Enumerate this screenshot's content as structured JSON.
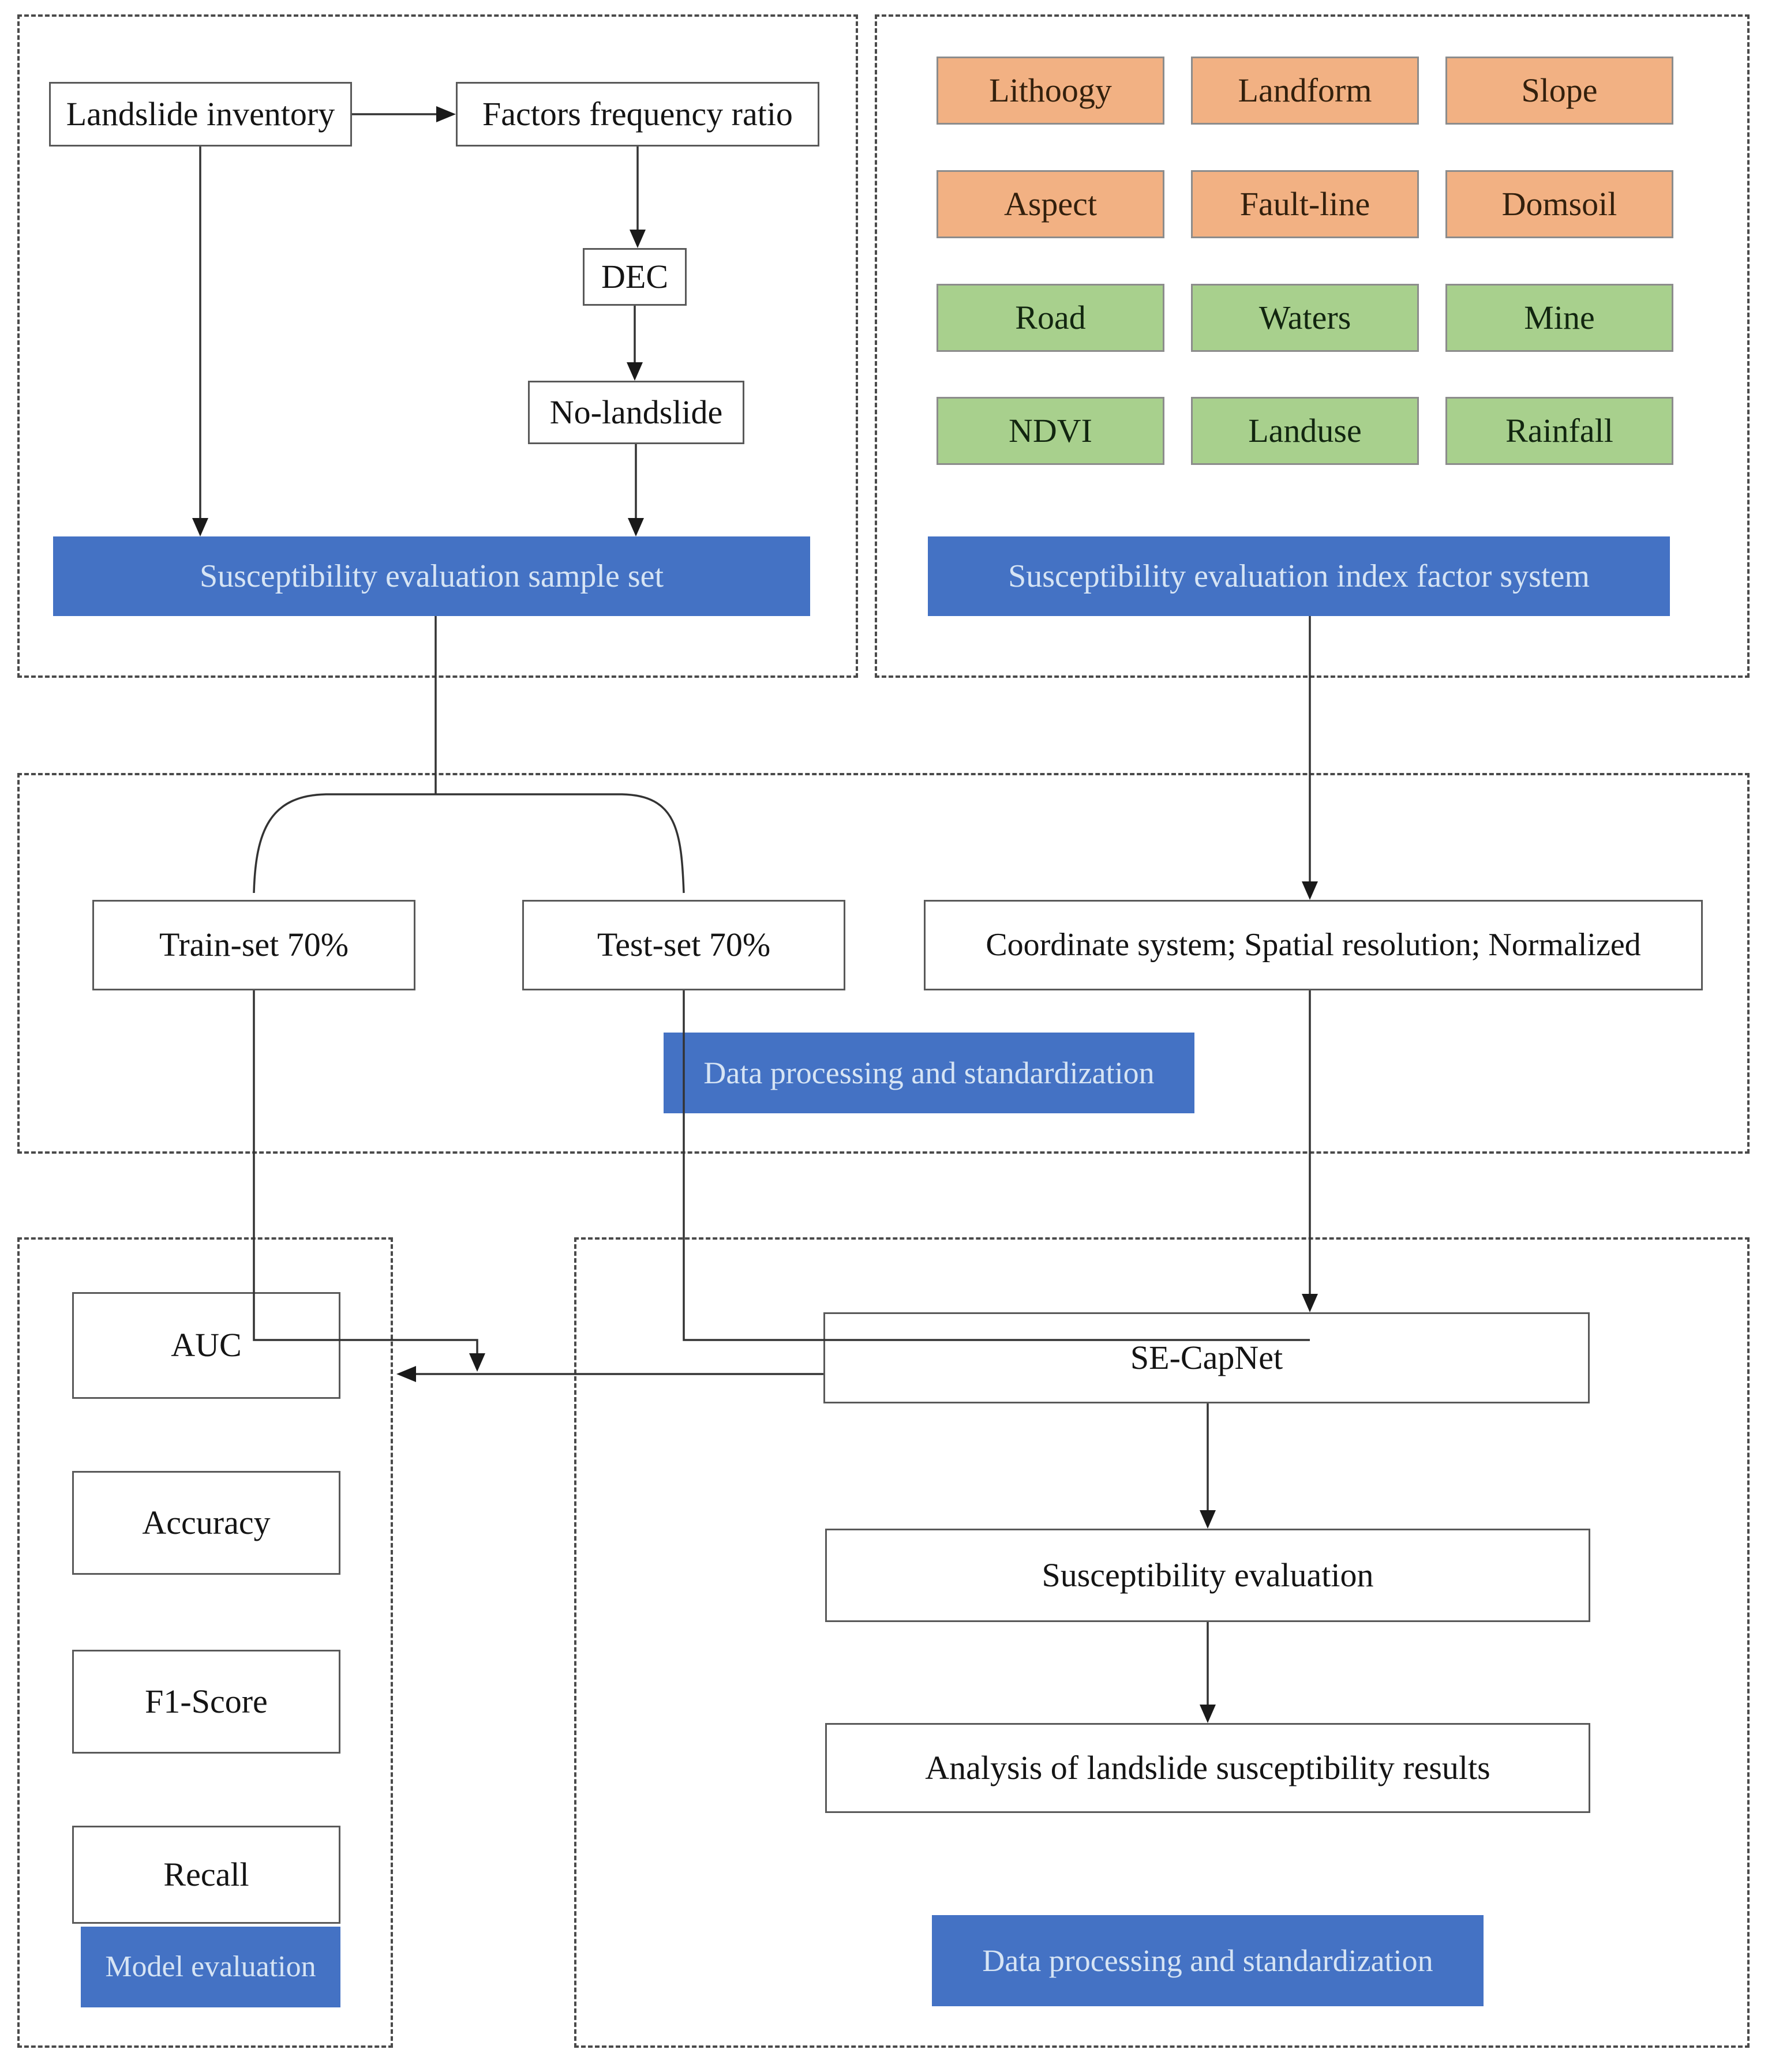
{
  "colors": {
    "accent_blue": "#4472C4",
    "bar_text": "#D6E4F4",
    "factor_orange": "#F2B183",
    "factor_green": "#A8D08D"
  },
  "sample_flow": {
    "landslide_inventory": "Landslide inventory",
    "factors_frequency_ratio": "Factors frequency ratio",
    "dec": "DEC",
    "no_landslide": "No-landslide",
    "bar": "Susceptibility evaluation sample set"
  },
  "factor_system": {
    "orange_factors": [
      "Lithoogy",
      "Landform",
      "Slope",
      "Aspect",
      "Fault-line",
      "Domsoil"
    ],
    "green_factors": [
      "Road",
      "Waters",
      "Mine",
      "NDVI",
      "Landuse",
      "Rainfall"
    ],
    "bar": "Susceptibility evaluation index factor system"
  },
  "processing": {
    "train_set": "Train-set 70%",
    "test_set": "Test-set 70%",
    "coordinate": "Coordinate system; Spatial resolution; Normalized",
    "bar": "Data processing and standardization"
  },
  "evaluation": {
    "metrics": [
      "AUC",
      "Accuracy",
      "F1-Score",
      "Recall"
    ],
    "bar": "Model evaluation"
  },
  "model_flow": {
    "se_capnet": "SE-CapNet",
    "susceptibility_evaluation": "Susceptibility evaluation",
    "analysis": "Analysis of landslide susceptibility results",
    "bar": "Data processing and standardization"
  }
}
